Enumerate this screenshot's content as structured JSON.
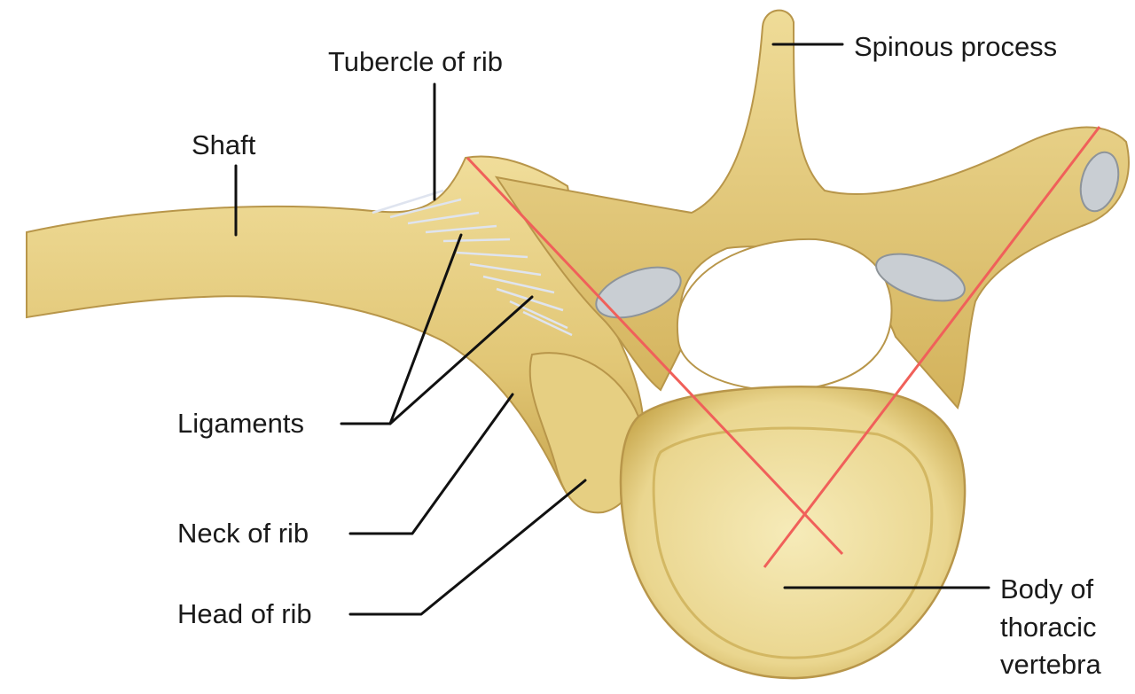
{
  "labels": {
    "spinous_process": "Spinous process",
    "tubercle_of_rib": "Tubercle of rib",
    "shaft": "Shaft",
    "ligaments": "Ligaments",
    "neck_of_rib": "Neck of rib",
    "head_of_rib": "Head of rib",
    "body_line_1": "Body of",
    "body_line_2": "thoracic",
    "body_line_3": "vertebra"
  },
  "colors": {
    "bone": "#e4cd7e",
    "bone_shadow": "#c9a94f",
    "bone_light": "#f3e6b0",
    "cartilage": "#c9ced3",
    "ligament": "#dfe4ef",
    "axis_line": "#f0605a",
    "leader": "#111111"
  }
}
